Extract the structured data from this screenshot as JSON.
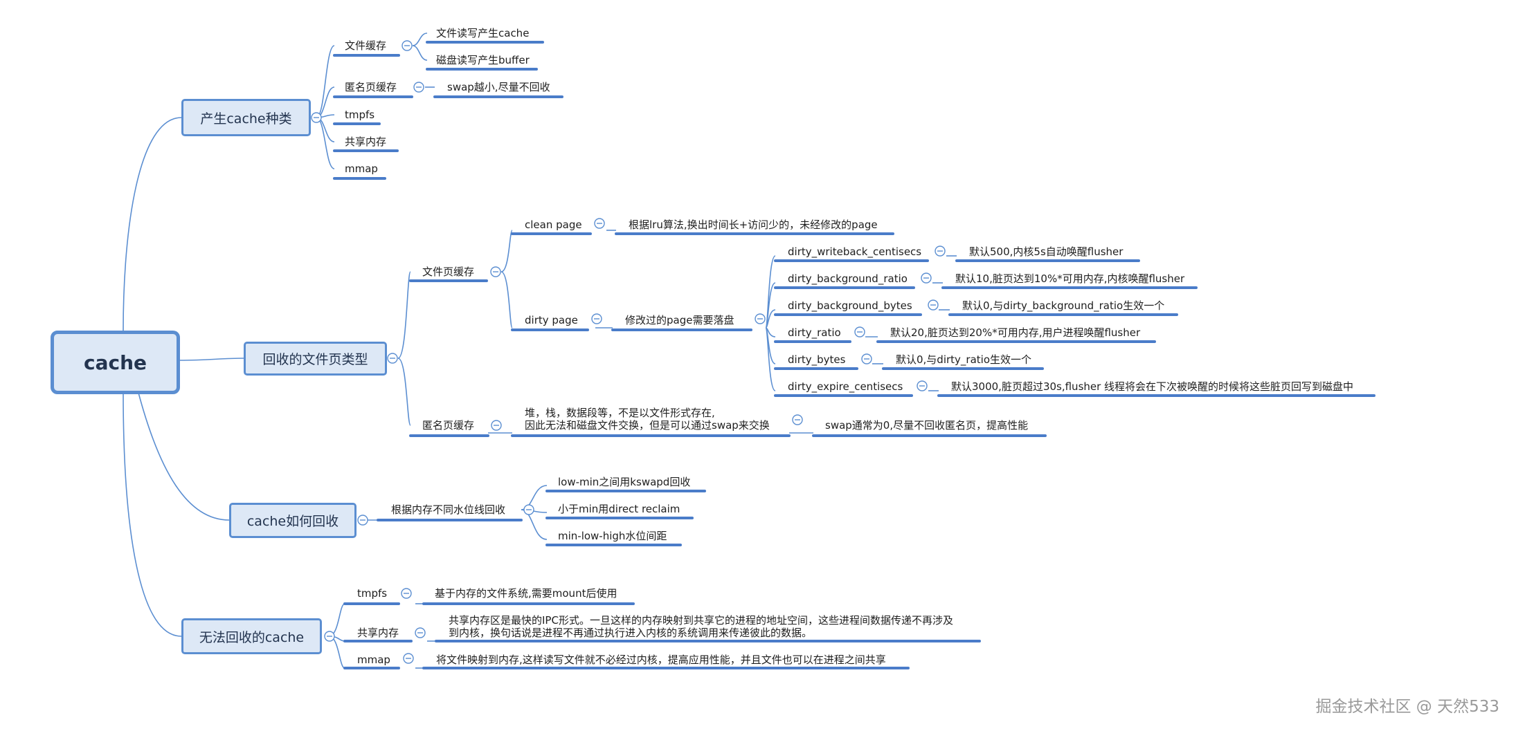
{
  "root": "cache",
  "branches": {
    "produce": {
      "title": "产生cache种类",
      "file_cache": "文件缓存",
      "file_read": "文件读写产生cache",
      "disk_read": "磁盘读写产生buffer",
      "anon_cache": "匿名页缓存",
      "swap_small": "swap越小,尽量不回收",
      "tmpfs": "tmpfs",
      "shm": "共享内存",
      "mmap": "mmap"
    },
    "reclaim_types": {
      "title": "回收的文件页类型",
      "file_page_cache": "文件页缓存",
      "clean_page": "clean page",
      "clean_desc": "根据lru算法,换出时间长+访问少的，未经修改的page",
      "dirty_page": "dirty page",
      "dirty_desc": "修改过的page需要落盘",
      "dirty_params": [
        {
          "name": "dirty_writeback_centisecs",
          "desc": "默认500,内核5s自动唤醒flusher"
        },
        {
          "name": "dirty_background_ratio",
          "desc": "默认10,脏页达到10%*可用内存,内核唤醒flusher"
        },
        {
          "name": "dirty_background_bytes",
          "desc": "默认0,与dirty_background_ratio生效一个"
        },
        {
          "name": "dirty_ratio",
          "desc": "默认20,脏页达到20%*可用内存,用户进程唤醒flusher"
        },
        {
          "name": "dirty_bytes",
          "desc": "默认0,与dirty_ratio生效一个"
        },
        {
          "name": "dirty_expire_centisecs",
          "desc": "默认3000,脏页超过30s,flusher 线程将会在下次被唤醒的时候将这些脏页回写到磁盘中"
        }
      ],
      "anon_cache": "匿名页缓存",
      "anon_desc_1": "堆，栈，数据段等，不是以文件形式存在,",
      "anon_desc_2": "因此无法和磁盘文件交换，但是可以通过swap来交换",
      "swap_note": "swap通常为0,尽量不回收匿名页，提高性能"
    },
    "how_reclaim": {
      "title": "cache如何回收",
      "watermark": "根据内存不同水位线回收",
      "items": [
        "low-min之间用kswapd回收",
        "小于min用direct reclaim",
        "min-low-high水位间距"
      ]
    },
    "unreclaimable": {
      "title": "无法回收的cache",
      "tmpfs": "tmpfs",
      "tmpfs_desc": "基于内存的文件系统,需要mount后使用",
      "shm": "共享内存",
      "shm_desc_1": "共享内存区是最快的IPC形式。一旦这样的内存映射到共享它的进程的地址空间，这些进程间数据传递不再涉及",
      "shm_desc_2": "到内核，换句话说是进程不再通过执行进入内核的系统调用来传递彼此的数据。",
      "mmap": "mmap",
      "mmap_desc": "将文件映射到内存,这样读写文件就不必经过内核，提高应用性能，并且文件也可以在进程之间共享"
    }
  },
  "watermark_text": "掘金技术社区 @ 天然533",
  "colors": {
    "line": "#5b8ed1",
    "underline": "#4a7cc9",
    "box_fill": "#dde8f6",
    "box_border": "#5b8ed1"
  }
}
